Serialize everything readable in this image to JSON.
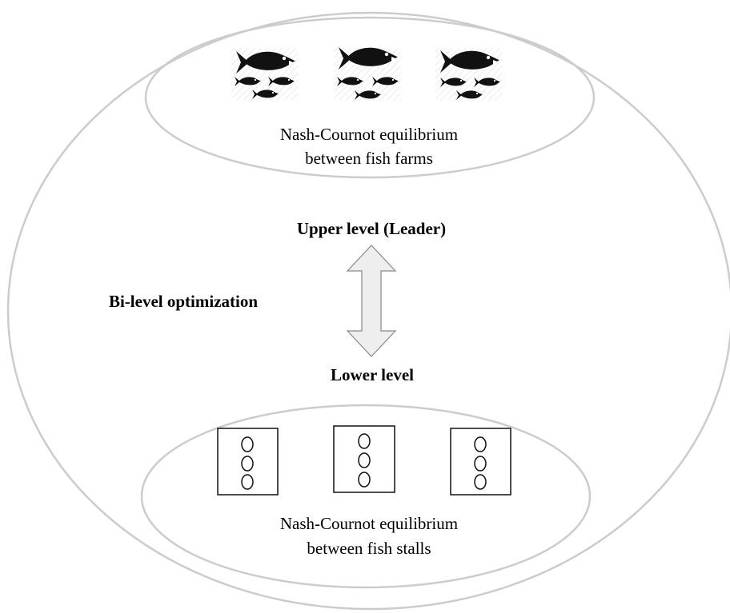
{
  "upper_group": {
    "caption_line1": "Nash-Cournot equilibrium",
    "caption_line2": "between fish farms",
    "fish_groups": 3
  },
  "upper_level_label": "Upper level (Leader)",
  "optimization_label": "Bi-level optimization",
  "lower_level_label": "Lower level",
  "lower_group": {
    "caption_line1": "Nash-Cournot equilibrium",
    "caption_line2": "between fish stalls",
    "stall_count": 3,
    "circles_per_stall": 3
  },
  "colors": {
    "outline": "#cccccc",
    "fish": "#111111",
    "arrow_fill": "#eeeeee",
    "arrow_stroke": "#888888",
    "text": "#000000"
  }
}
